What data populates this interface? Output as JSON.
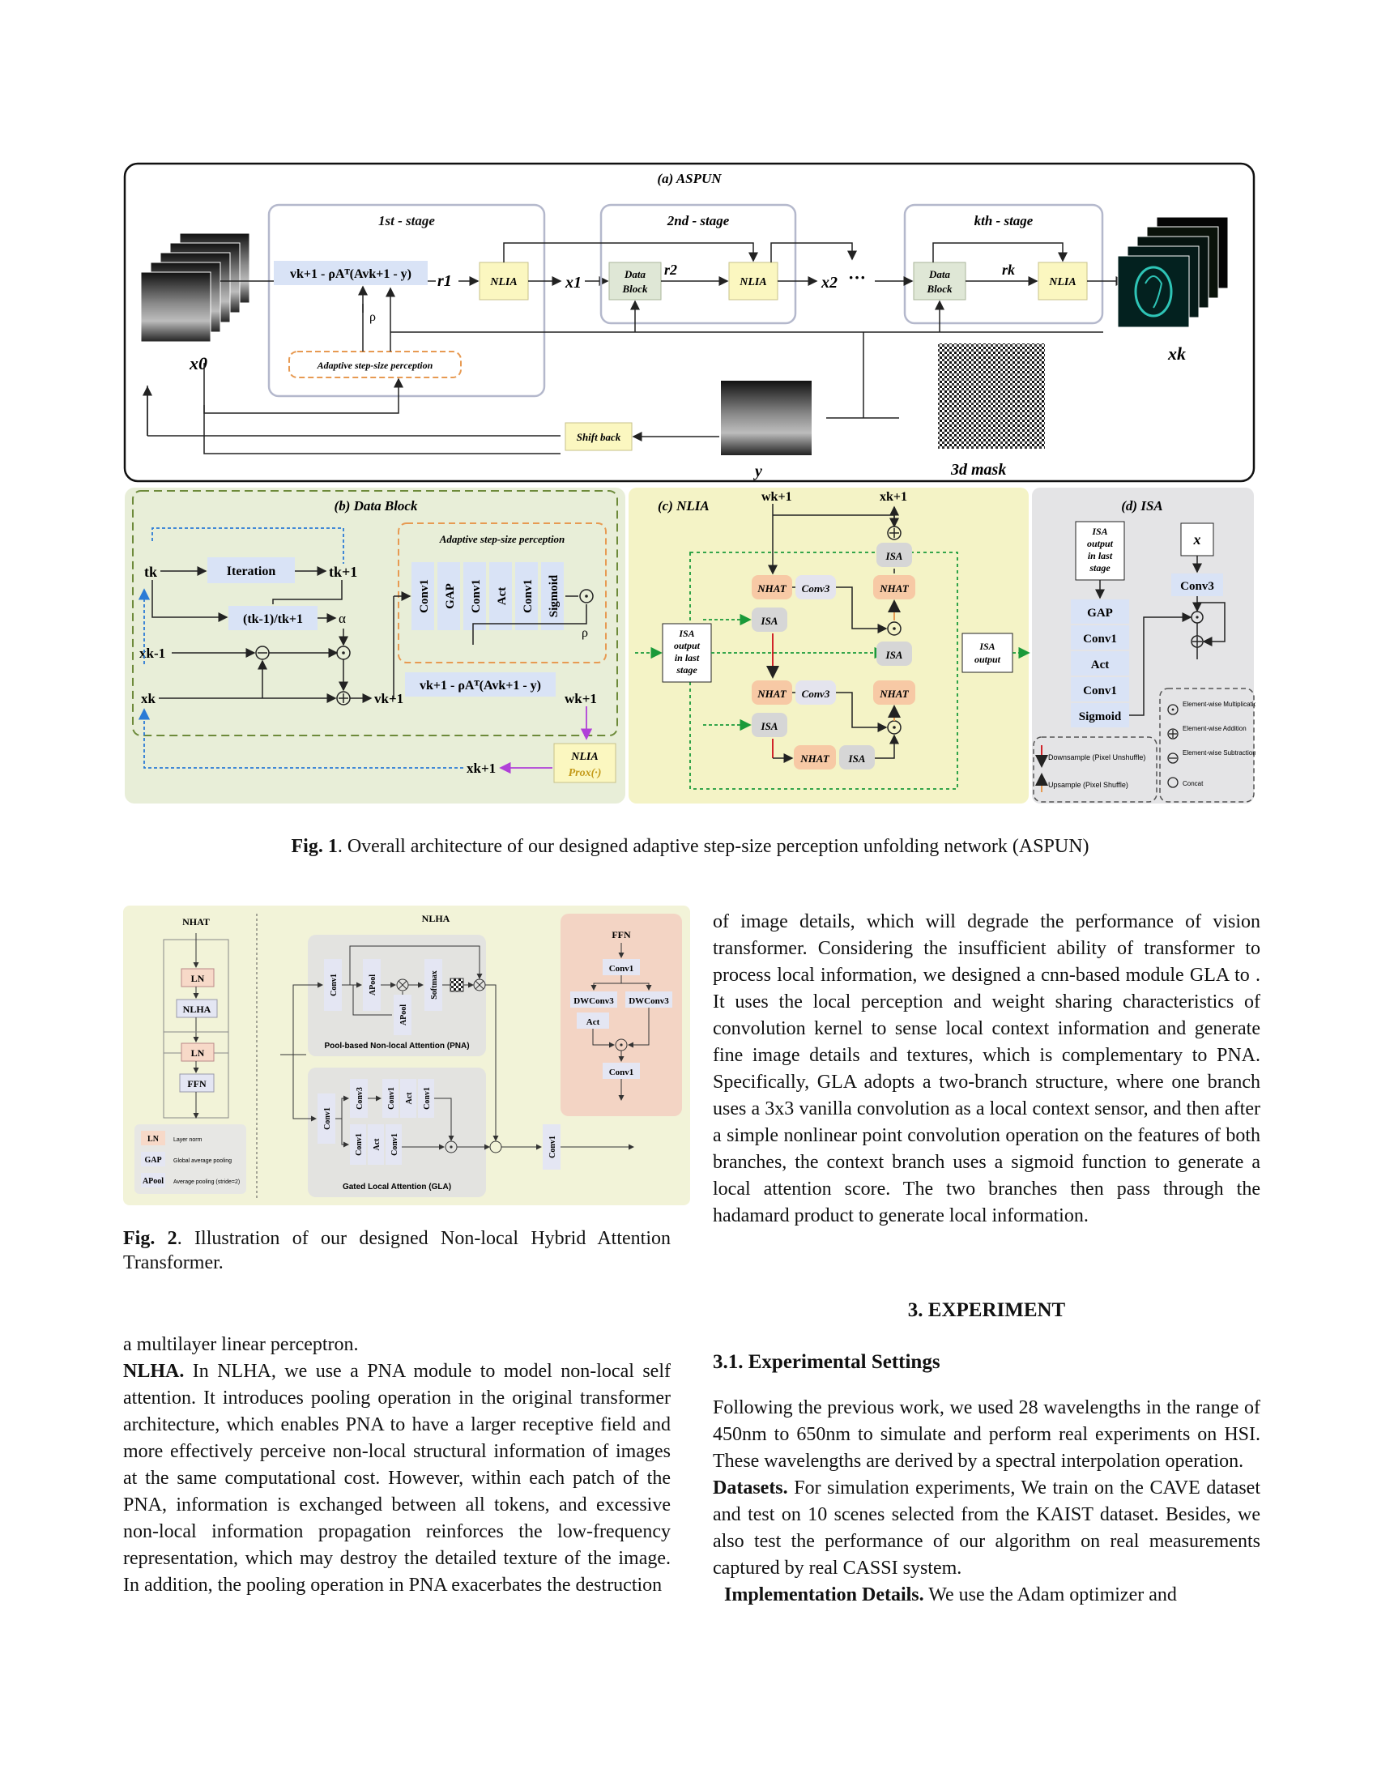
{
  "fig1": {
    "a_title": "(a) ASPUN",
    "stage1": "1st - stage",
    "stage2": "2nd  - stage",
    "stagek": "kth  - stage",
    "grad_formula": "vk+1 - ρAᵀ(Avk+1 - y)",
    "r1": "r1",
    "r2": "r2",
    "rk": "rk",
    "x1": "x1",
    "x2": "x2",
    "x0": "x0",
    "xk": "xk",
    "y": "y",
    "nlia": "NLIA",
    "data_block": [
      "Data",
      "Block"
    ],
    "rho": "ρ",
    "dots": "···",
    "adaptive": "Adaptive step-size perception",
    "shift_back": "Shift back",
    "mask": "3d mask",
    "b_title": "(b) Data Block",
    "tk": "tk",
    "tk1": "tk+1",
    "iteration": "Iteration",
    "tfrac": "(tk-1)/tk+1",
    "alpha": "α",
    "xkm1": "xk-1",
    "xk_b": "xk",
    "vk1": "vk+1",
    "wk1": "wk+1",
    "xk1": "xk+1",
    "b_adaptive": "Adaptive step-size perception",
    "b_layers": [
      "Conv1",
      "GAP",
      "Conv1",
      "Act",
      "Conv1",
      "Sigmoid"
    ],
    "nlia_prox": [
      "NLIA",
      "Prox(·)"
    ],
    "c_title": "(c) NLIA",
    "c_w": "wk+1",
    "c_x": "xk+1",
    "isa": "ISA",
    "nhat": "NHAT",
    "conv3": "Conv3",
    "isa_in": [
      "ISA",
      "output",
      "in last",
      "stage"
    ],
    "isa_out": [
      "ISA",
      "output"
    ],
    "d_title": "(d) ISA",
    "d_x": "x",
    "d_layers": [
      "GAP",
      "Conv1",
      "Act",
      "Conv1",
      "Sigmoid"
    ],
    "d_conv3": "Conv3",
    "legend_down": "Downsample (Pixel Unshuffle)",
    "legend_up": "Upsample (Pixel Shuffle)",
    "legend_ops": [
      "Element-wise Multiplication",
      "Element-wise Addition",
      "Element-wise Subtraction",
      "Concat"
    ]
  },
  "fig1_caption": {
    "label": "Fig. 1",
    "text": ". Overall architecture of our designed adaptive step-size perception unfolding network (ASPUN)"
  },
  "fig2": {
    "nhat": "NHAT",
    "nlha": "NLHA",
    "ffn": "FFN",
    "ln": "LN",
    "nlha_box": "NLHA",
    "ffn_box": "FFN",
    "legend": [
      {
        "k": "LN",
        "v": "Layer norm"
      },
      {
        "k": "GAP",
        "v": "Global average pooling"
      },
      {
        "k": "APool",
        "v": "Average pooling (stride=2)"
      }
    ],
    "pna_layers": [
      "Conv1",
      "APool",
      "APool",
      "Softmax"
    ],
    "pna_label": "Pool-based Non-local Attention (PNA)",
    "gla_layers": [
      "Conv1",
      "Conv3",
      "Conv1",
      "Act",
      "Conv1",
      "Conv1",
      "Act",
      "Conv1"
    ],
    "gla_label": "Gated Local Attention (GLA)",
    "out_conv": "Conv1",
    "ffn_layers": [
      "Conv1",
      "DWConv3",
      "DWConv3",
      "Act",
      "Conv1"
    ]
  },
  "fig2_caption": {
    "label": "Fig. 2",
    "text": ". Illustration of our designed Non-local Hybrid Attention Transformer."
  },
  "left_col": {
    "p1": "a multilayer linear perceptron.",
    "p2_head": "NLHA.",
    "p2": " In NLHA, we use a PNA module to model non-local self attention. It introduces pooling operation in the original transformer architecture, which enables PNA to have a larger receptive field and more effectively perceive non-local structural information of images at the same computational cost. However, within each patch of the PNA, information is exchanged between all tokens, and excessive non-local information propagation reinforces the low-frequency representation, which may destroy the detailed texture of the image. In addition, the pooling operation in PNA exacerbates the destruction"
  },
  "right_col": {
    "p1": "of image details, which will degrade the performance of vision transformer. Considering the insufficient ability of transformer to process local information, we designed a cnn-based module GLA to . It uses the local perception and weight sharing characteristics of convolution kernel to sense local context information and generate fine image details and textures, which is complementary to PNA. Specifically, GLA adopts a two-branch structure, where one branch uses a 3x3 vanilla convolution as a local context sensor, and then after a simple nonlinear point convolution operation on the features of both branches, the context branch uses a sigmoid function to generate a local attention score. The two branches then pass through the hadamard product to generate local information.",
    "sec3": "3.  EXPERIMENT",
    "sec31": "3.1.  Experimental Settings",
    "p2": "Following the previous work, we used 28 wavelengths in the range of 450nm to 650nm to simulate and perform real experiments on HSI. These wavelengths are derived by a spectral interpolation operation.",
    "p3_head": "Datasets.",
    "p3": " For simulation experiments, We train on the CAVE dataset and test on 10 scenes selected from the KAIST dataset. Besides, we also test the performance of our algorithm on real measurements captured by real CASSI system.",
    "p4_head": "Implementation Details.",
    "p4": " We use the Adam optimizer and"
  }
}
